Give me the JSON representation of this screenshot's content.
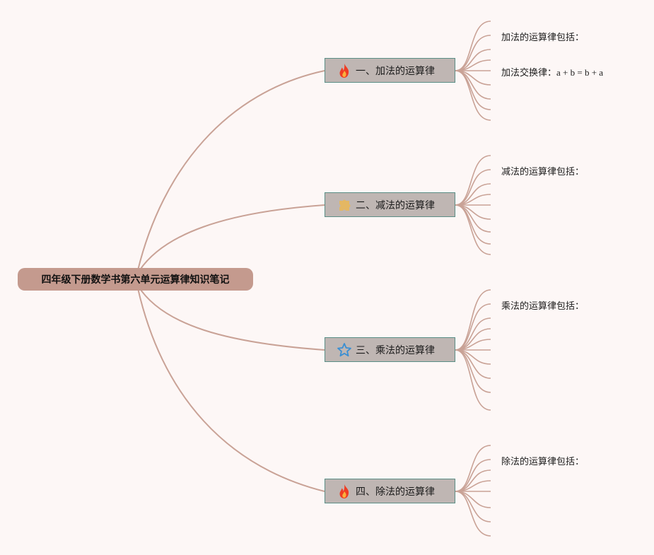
{
  "root": {
    "title": "四年级下册数学书第六单元运算律知识笔记"
  },
  "colors": {
    "background": "#fdf7f6",
    "link": "#c9a296",
    "root_fill": "#c49a8e",
    "topic_fill": "#bfb6b3",
    "topic_border": "#5b8e86"
  },
  "branches": [
    {
      "label": "一、加法的运算律",
      "icon": "fire-icon",
      "leaves": [
        {
          "text": "加法的运算律包括："
        },
        {
          "text": "加法交换律：",
          "formula": "a + b = b + a"
        }
      ]
    },
    {
      "label": "二、减法的运算律",
      "icon": "puzzle-icon",
      "leaves": [
        {
          "text": "减法的运算律包括："
        }
      ]
    },
    {
      "label": "三、乘法的运算律",
      "icon": "star-icon",
      "leaves": [
        {
          "text": "乘法的运算律包括："
        }
      ]
    },
    {
      "label": "四、除法的运算律",
      "icon": "fire-icon",
      "leaves": [
        {
          "text": "除法的运算律包括："
        }
      ]
    }
  ]
}
